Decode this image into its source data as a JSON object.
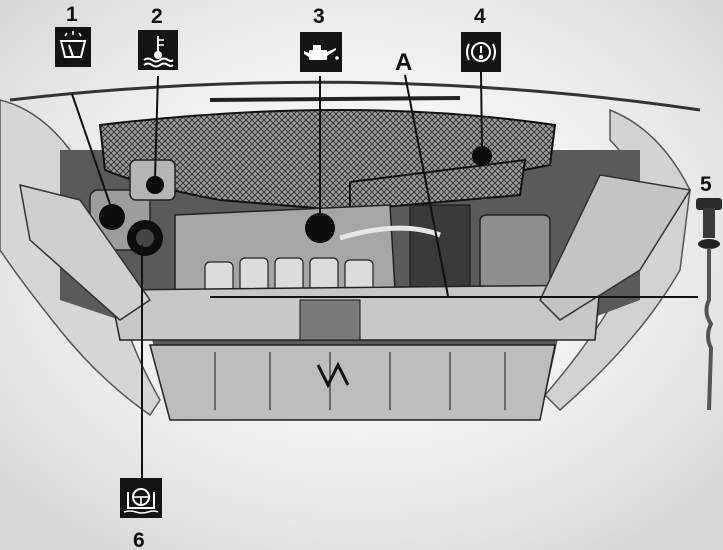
{
  "diagram": {
    "colors": {
      "ink": "#111111",
      "paper": "#f4f4f4",
      "shade_dark": "#3a3a3a",
      "shade_mid": "#8a8a8a",
      "shade_light": "#c9c9c9",
      "badge_bg": "#141414",
      "badge_fg": "#ffffff"
    },
    "callouts": [
      {
        "label": "1",
        "icon": "windscreen-washer-icon"
      },
      {
        "label": "2",
        "icon": "coolant-temperature-icon"
      },
      {
        "label": "3",
        "icon": "oil-can-icon"
      },
      {
        "label": "4",
        "icon": "brake-warning-icon"
      },
      {
        "label": "5",
        "icon": "dipstick"
      },
      {
        "label": "6",
        "icon": "steering-fluid-icon"
      }
    ],
    "marker": {
      "label": "A"
    }
  }
}
